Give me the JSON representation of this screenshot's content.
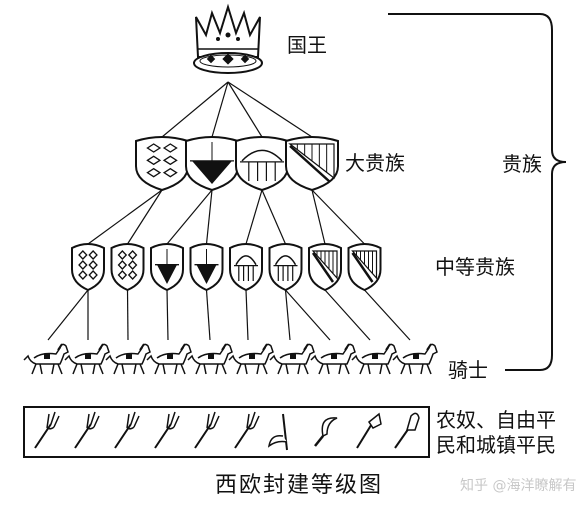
{
  "diagram": {
    "title": "西欧封建等级图",
    "levels": {
      "king": "国王",
      "great_nobles": "大贵族",
      "middle_nobles": "中等贵族",
      "knights": "骑士",
      "commoners_line1": "农奴、自由平",
      "commoners_line2": "民和城镇平民"
    },
    "bracket_label": "贵族",
    "counts": {
      "great_noble_shields": 4,
      "middle_noble_shields": 8,
      "knight_horses": 10,
      "tools": 10
    },
    "tool_icons": [
      "pitchfork-icon",
      "pitchfork-icon",
      "pitchfork-icon",
      "pitchfork-icon",
      "pitchfork-icon",
      "pitchfork-icon",
      "scythe-icon",
      "sickle-icon",
      "hoe-icon",
      "shovel-icon"
    ]
  },
  "watermark": "知乎 @海洋瞭解有",
  "colors": {
    "ink": "#111111",
    "paper": "#ffffff",
    "watermark": "#c8c8c8"
  }
}
